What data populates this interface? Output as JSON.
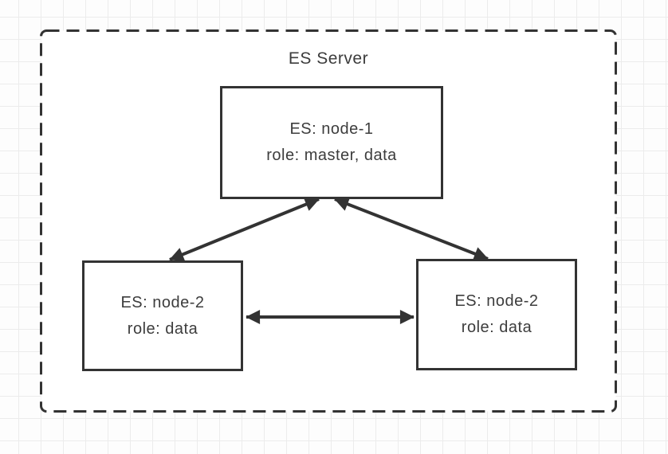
{
  "diagram": {
    "title": "ES Server",
    "nodes": [
      {
        "id": "node-1-master",
        "line1": "ES: node-1",
        "line2": "role: master, data"
      },
      {
        "id": "node-2-left",
        "line1": "ES: node-2",
        "line2": "role: data"
      },
      {
        "id": "node-2-right",
        "line1": "ES: node-2",
        "line2": "role: data"
      }
    ],
    "connections": [
      {
        "from": "node-1-master",
        "to": "node-2-left",
        "type": "bidirectional-arrow"
      },
      {
        "from": "node-1-master",
        "to": "node-2-right",
        "type": "bidirectional-arrow"
      },
      {
        "from": "node-2-left",
        "to": "node-2-right",
        "type": "bidirectional-arrow"
      }
    ],
    "colors": {
      "stroke": "#333333",
      "text": "#3d3d3d",
      "node_fill": "#ffffff",
      "boundary_fill": "#ffffff",
      "grid_line": "#ececec",
      "page_background": "#fdfdfd"
    }
  }
}
